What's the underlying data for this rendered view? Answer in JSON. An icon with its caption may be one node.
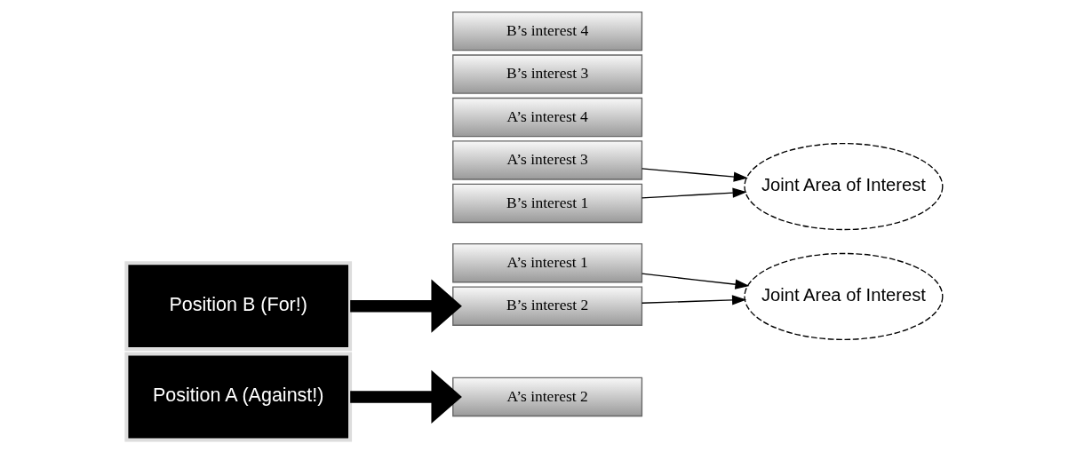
{
  "diagram": {
    "nodes": [
      {
        "text": [
          "Position A (Against!)"
        ]
      },
      {
        "text": [
          "A’s interest 1"
        ]
      },
      {
        "text": [
          "A’s interest 2"
        ]
      },
      {
        "text": [
          "A’s interest 3"
        ]
      },
      {
        "text": [
          "A’s interest 4"
        ]
      },
      {
        "text": [
          "Joint Area of Interest"
        ]
      },
      {
        "text": [
          "Joint Area of Interest"
        ]
      },
      {
        "text": [
          "Position B (For!)"
        ]
      },
      {
        "text": [
          "B’s interest 1"
        ]
      },
      {
        "text": [
          "B’s interest 2"
        ]
      },
      {
        "text": [
          "B’s interest 3"
        ]
      },
      {
        "text": [
          "B’s interest 4"
        ]
      }
    ],
    "edges": [
      {
        "from": 0,
        "to": 2,
        "arrow": "to",
        "style": "thick"
      },
      {
        "from": 7,
        "to": 9,
        "arrow": "to",
        "style": "thick"
      },
      {
        "from": 1,
        "to": 5,
        "arrow": "to"
      },
      {
        "from": 3,
        "to": 6,
        "arrow": "to"
      },
      {
        "from": 8,
        "to": 6,
        "arrow": "to"
      },
      {
        "from": 9,
        "to": 5,
        "arrow": "to"
      }
    ]
  }
}
